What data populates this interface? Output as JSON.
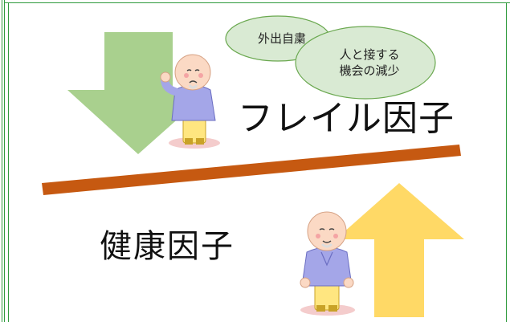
{
  "labels": {
    "frailty_factors": "フレイル因子",
    "health_factors": "健康因子"
  },
  "bubbles": {
    "stay_home": "外出自粛",
    "less_contact_line1": "人と接する",
    "less_contact_line2": "機会の減少"
  },
  "colors": {
    "frame": "#2e9a3c",
    "down_arrow": "#a9d08e",
    "up_arrow": "#ffd966",
    "seesaw_bar": "#c65911",
    "bubble_fill": "#d9ead3",
    "bubble_stroke": "#6aa84f",
    "shirt": "#a4a6e8",
    "pants": "#ffe680",
    "skin": "#fbd9c4"
  }
}
